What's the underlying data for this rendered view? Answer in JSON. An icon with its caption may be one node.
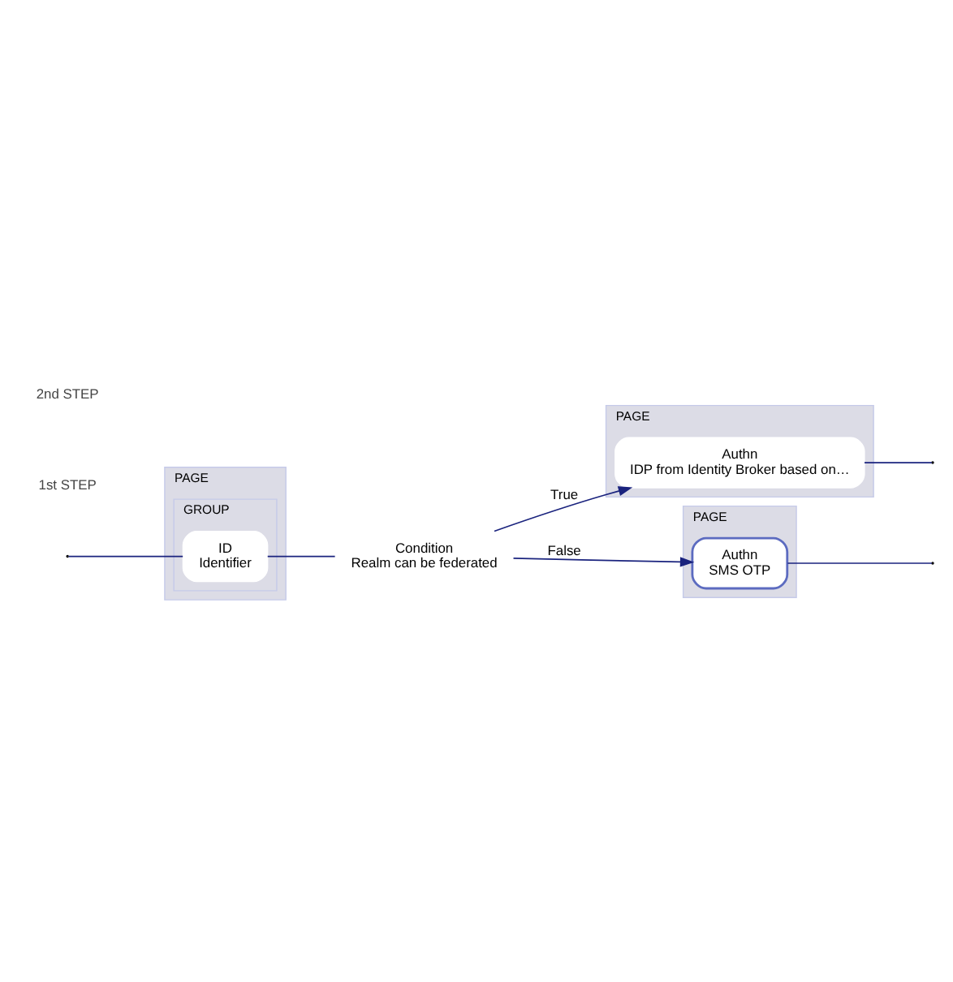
{
  "diagram": {
    "nodes": [
      {
        "text": [
          "PAGE"
        ]
      },
      {
        "text": [
          "GROUP"
        ],
        "in": 0
      },
      {
        "text": [
          "ID",
          "Identifier"
        ],
        "in": 1
      },
      {
        "text": [
          "Condition",
          "Realm can be federated"
        ]
      },
      {
        "text": [
          "PAGE"
        ]
      },
      {
        "text": [
          "Authn",
          "IDP from Identity Broker based on…"
        ],
        "in": 4
      },
      {
        "text": [
          "PAGE"
        ]
      },
      {
        "text": [
          "Authn",
          "SMS OTP"
        ],
        "in": 6
      }
    ],
    "edges": [
      {
        "from": null,
        "to": 2,
        "arrow": "none"
      },
      {
        "from": 2,
        "to": 3,
        "arrow": "none"
      },
      {
        "from": 3,
        "to": 5,
        "arrow": "to",
        "label": "True"
      },
      {
        "from": 3,
        "to": 7,
        "arrow": "to",
        "label": "False"
      },
      {
        "from": 5,
        "to": null,
        "arrow": "none"
      },
      {
        "from": 7,
        "to": null,
        "arrow": "none"
      }
    ],
    "labels": [
      "1st STEP",
      "2nd STEP"
    ]
  }
}
